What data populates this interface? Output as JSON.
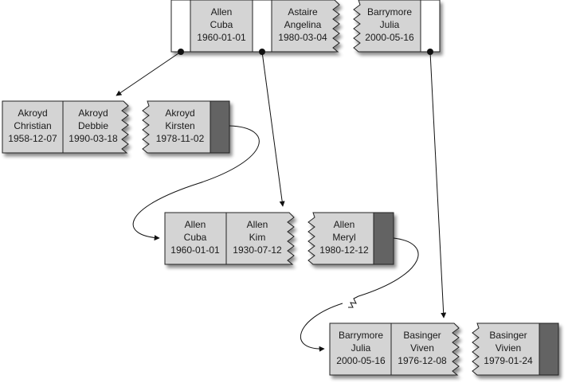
{
  "diagram": {
    "type": "b-tree-index",
    "root": {
      "entries": [
        {
          "last": "Allen",
          "first": "Cuba",
          "dob": "1960-01-01"
        },
        {
          "last": "Astaire",
          "first": "Angelina",
          "dob": "1980-03-04"
        },
        {
          "last": "Barrymore",
          "first": "Julia",
          "dob": "2000-05-16"
        }
      ]
    },
    "leaves": [
      {
        "entries": [
          {
            "last": "Akroyd",
            "first": "Christian",
            "dob": "1958-12-07"
          },
          {
            "last": "Akroyd",
            "first": "Debbie",
            "dob": "1990-03-18"
          },
          {
            "last": "Akroyd",
            "first": "Kirsten",
            "dob": "1978-11-02"
          }
        ]
      },
      {
        "entries": [
          {
            "last": "Allen",
            "first": "Cuba",
            "dob": "1960-01-01"
          },
          {
            "last": "Allen",
            "first": "Kim",
            "dob": "1930-07-12"
          },
          {
            "last": "Allen",
            "first": "Meryl",
            "dob": "1980-12-12"
          }
        ]
      },
      {
        "entries": [
          {
            "last": "Barrymore",
            "first": "Julia",
            "dob": "2000-05-16"
          },
          {
            "last": "Basinger",
            "first": "Viven",
            "dob": "1976-12-08"
          },
          {
            "last": "Basinger",
            "first": "Vivien",
            "dob": "1979-01-24"
          }
        ]
      }
    ]
  },
  "colors": {
    "cell": "#d4d4d4",
    "pointer": "#ffffff",
    "leaf_link": "#646464",
    "stroke": "#222222",
    "shadow": "#b8b8b8"
  }
}
